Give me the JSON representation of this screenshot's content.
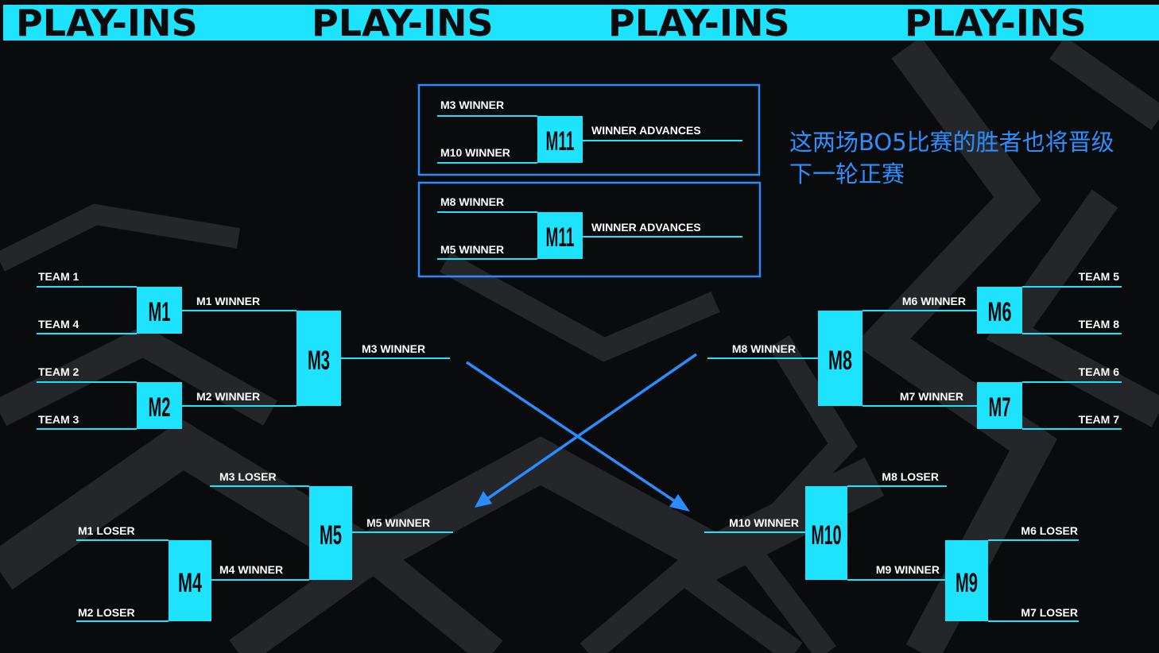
{
  "banner": {
    "repeats": [
      "PLAY-INS",
      "PLAY-INS",
      "PLAY-INS",
      "PLAY-INS"
    ],
    "color": "#1ee3ff"
  },
  "colors": {
    "background": "#0a0b0d",
    "accent": "#1ee3ff",
    "annotation": "#2d8fff",
    "texture": "#24262a"
  },
  "qualifiers": [
    {
      "match": "M11",
      "top": "M3 WINNER",
      "bottom": "M10 WINNER",
      "result": "WINNER ADVANCES"
    },
    {
      "match": "M11",
      "top": "M8 WINNER",
      "bottom": "M5 WINNER",
      "result": "WINNER ADVANCES"
    }
  ],
  "annotation": {
    "lines": [
      "这两场BO5比赛的胜者也将晋级",
      "下一轮正赛"
    ]
  },
  "upper_left": {
    "m1": {
      "match": "M1",
      "top": "TEAM 1",
      "bottom": "TEAM 4",
      "result": "M1 WINNER"
    },
    "m2": {
      "match": "M2",
      "top": "TEAM 2",
      "bottom": "TEAM 3",
      "result": "M2 WINNER"
    },
    "m3": {
      "match": "M3",
      "result": "M3 WINNER"
    }
  },
  "upper_right": {
    "m6": {
      "match": "M6",
      "top": "TEAM 5",
      "bottom": "TEAM 8",
      "result": "M6 WINNER"
    },
    "m7": {
      "match": "M7",
      "top": "TEAM 6",
      "bottom": "TEAM 7",
      "result": "M7 WINNER"
    },
    "m8": {
      "match": "M8",
      "result": "M8 WINNER"
    }
  },
  "lower_left": {
    "m4": {
      "match": "M4",
      "top": "M1 LOSER",
      "bottom": "M2 LOSER",
      "result": "M4 WINNER"
    },
    "m5": {
      "match": "M5",
      "top": "M3 LOSER",
      "result": "M5 WINNER"
    }
  },
  "lower_right": {
    "m9": {
      "match": "M9",
      "top": "M6 LOSER",
      "bottom": "M7 LOSER",
      "result": "M9 WINNER"
    },
    "m10": {
      "match": "M10",
      "top": "M8 LOSER",
      "result": "M10 WINNER"
    }
  }
}
